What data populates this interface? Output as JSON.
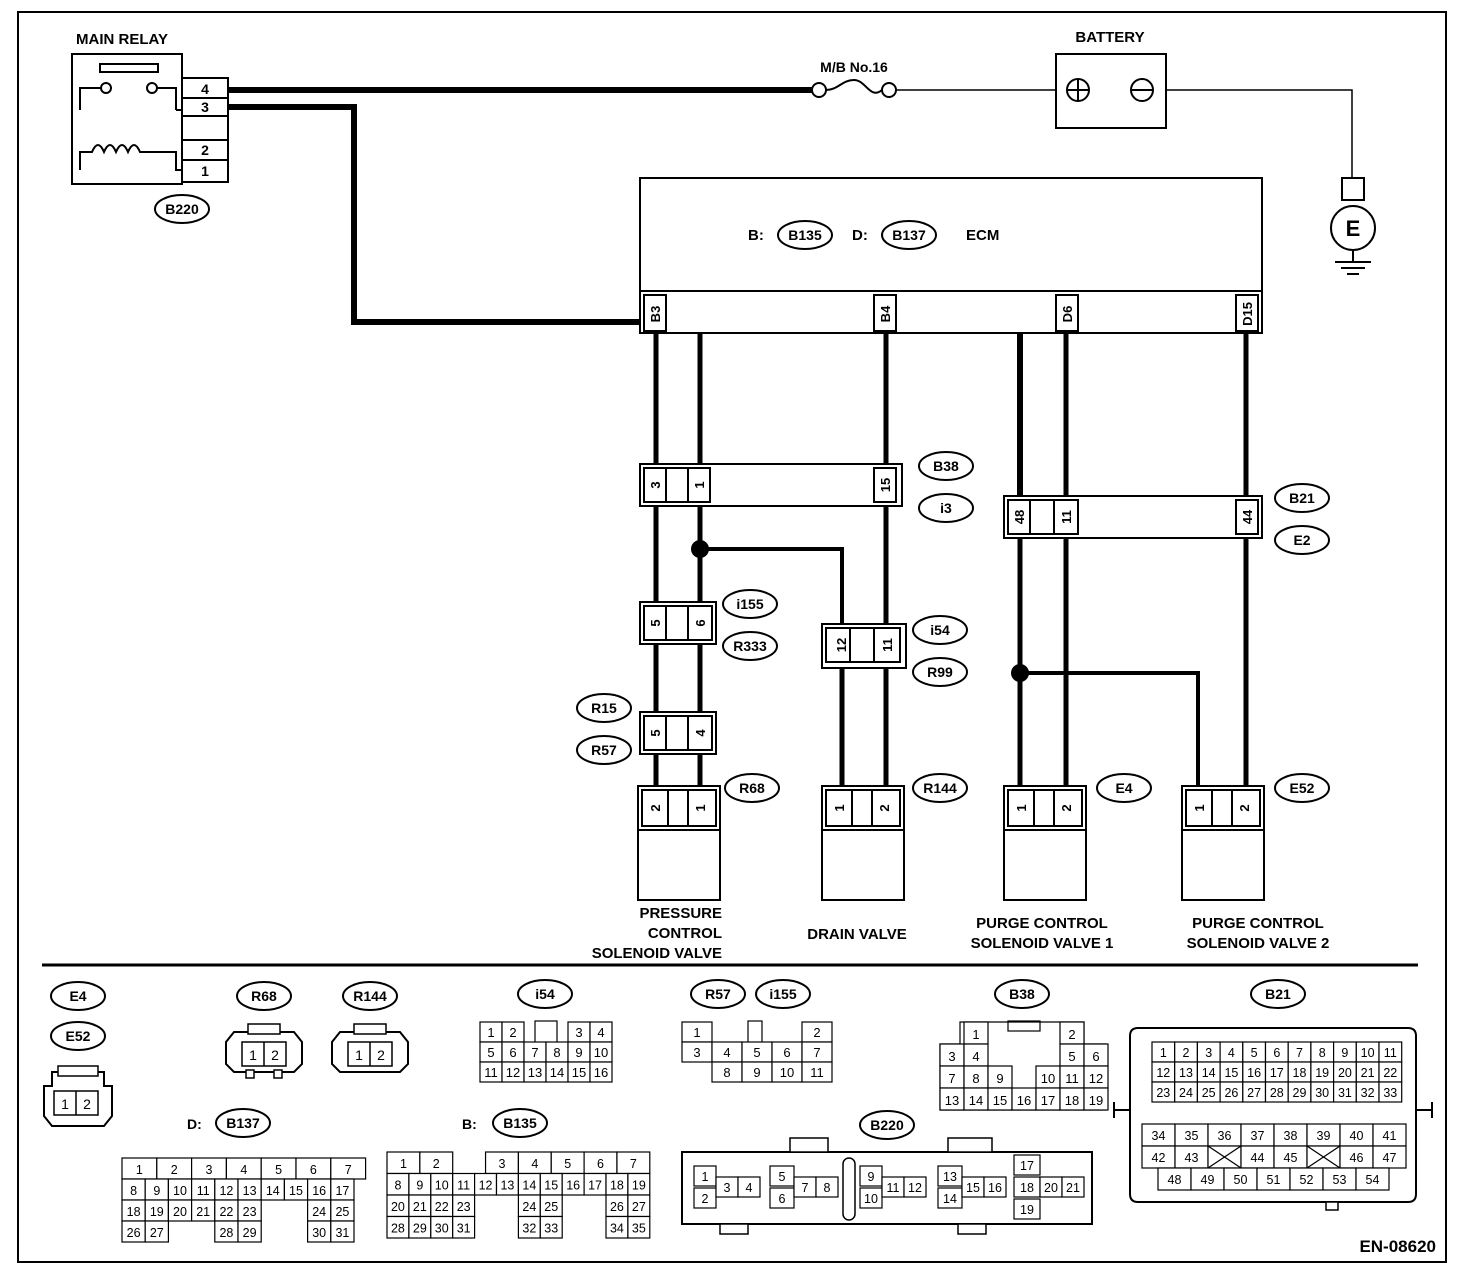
{
  "diagram": {
    "main_relay": {
      "title": "MAIN RELAY",
      "pins": [
        "4",
        "3",
        "2",
        "1"
      ],
      "connector": "B220"
    },
    "fuse": {
      "label": "M/B No.16"
    },
    "battery": {
      "title": "BATTERY"
    },
    "ground": {
      "label": "E"
    },
    "ecm": {
      "label": "ECM",
      "b_prefix": "B:",
      "b_conn": "B135",
      "d_prefix": "D:",
      "d_conn": "B137",
      "pins": [
        "B3",
        "B4",
        "D6",
        "D15"
      ]
    },
    "conn_b38": {
      "pins": [
        "3",
        "1",
        "15"
      ],
      "labels": [
        "B38",
        "i3"
      ]
    },
    "conn_b21": {
      "pins": [
        "48",
        "11",
        "44"
      ],
      "labels": [
        "B21",
        "E2"
      ]
    },
    "conn_i155": {
      "pins": [
        "5",
        "6"
      ],
      "labels": [
        "i155",
        "R333"
      ]
    },
    "conn_i54": {
      "pins": [
        "12",
        "11"
      ],
      "labels": [
        "i54",
        "R99"
      ]
    },
    "conn_r15": {
      "pins": [
        "5",
        "4"
      ],
      "labels": [
        "R15",
        "R57"
      ]
    },
    "valves": [
      {
        "conn": "R68",
        "pins": [
          "2",
          "1"
        ],
        "name_lines": [
          "PRESSURE",
          "CONTROL",
          "SOLENOID VALVE"
        ]
      },
      {
        "conn": "R144",
        "pins": [
          "1",
          "2"
        ],
        "name_lines": [
          "DRAIN VALVE"
        ]
      },
      {
        "conn": "E4",
        "pins": [
          "1",
          "2"
        ],
        "name_lines": [
          "PURGE CONTROL",
          "SOLENOID VALVE 1"
        ]
      },
      {
        "conn": "E52",
        "pins": [
          "1",
          "2"
        ],
        "name_lines": [
          "PURGE CONTROL",
          "SOLENOID VALVE 2"
        ]
      }
    ]
  },
  "legend": {
    "e4": "E4",
    "e52": "E52",
    "r68": "R68",
    "r144": "R144",
    "i54": "i54",
    "r57": "R57",
    "i155": "i155",
    "b38": "B38",
    "b21": "B21",
    "d_prefix": "D:",
    "b137": "B137",
    "b_prefix": "B:",
    "b135": "B135",
    "b220": "B220",
    "two_pin": [
      "1",
      "2"
    ],
    "i54_rows": [
      [
        "1",
        "2",
        "",
        "3",
        "4"
      ],
      [
        "5",
        "6",
        "7",
        "8",
        "9",
        "10"
      ],
      [
        "11",
        "12",
        "13",
        "14",
        "15",
        "16"
      ]
    ],
    "r57_rows": [
      [
        "1",
        "",
        "2"
      ],
      [
        "3",
        "4",
        "5",
        "6",
        "7"
      ],
      [
        "8",
        "9",
        "10",
        "11"
      ]
    ],
    "b38_rows": [
      [
        "1",
        "2"
      ],
      [
        "3",
        "4",
        "5",
        "6"
      ],
      [
        "7",
        "8",
        "9",
        "10",
        "11",
        "12"
      ],
      [
        "13",
        "14",
        "15",
        "16",
        "17",
        "18",
        "19"
      ]
    ],
    "b21_rows": [
      [
        "1",
        "2",
        "3",
        "4",
        "5",
        "6",
        "7",
        "8",
        "9",
        "10",
        "11"
      ],
      [
        "12",
        "13",
        "14",
        "15",
        "16",
        "17",
        "18",
        "19",
        "20",
        "21",
        "22"
      ],
      [
        "23",
        "24",
        "25",
        "26",
        "27",
        "28",
        "29",
        "30",
        "31",
        "32",
        "33"
      ],
      [
        "34",
        "35",
        "36",
        "37",
        "38",
        "39",
        "40",
        "41"
      ],
      [
        "42",
        "43",
        "",
        "44",
        "45",
        "",
        "46",
        "47"
      ],
      [
        "48",
        "49",
        "50",
        "51",
        "52",
        "53",
        "54"
      ]
    ],
    "b137_rows": [
      [
        "1",
        "2",
        "3",
        "4",
        "5",
        "6",
        "7"
      ],
      [
        "8",
        "9",
        "10",
        "11",
        "12",
        "13",
        "14",
        "15",
        "16",
        "17"
      ],
      [
        "18",
        "19",
        "20",
        "21",
        "22",
        "23",
        "24",
        "25"
      ],
      [
        "26",
        "27",
        "28",
        "29",
        "30",
        "31"
      ]
    ],
    "b135_rows": [
      [
        "1",
        "2",
        "3",
        "4",
        "5",
        "6",
        "7"
      ],
      [
        "8",
        "9",
        "10",
        "11",
        "12",
        "13",
        "14",
        "15",
        "16",
        "17",
        "18",
        "19"
      ],
      [
        "20",
        "21",
        "22",
        "23",
        "24",
        "25",
        "26",
        "27"
      ],
      [
        "28",
        "29",
        "30",
        "31",
        "32",
        "33",
        "34",
        "35"
      ]
    ],
    "b220_pins": [
      "1",
      "2",
      "3",
      "4",
      "5",
      "6",
      "7",
      "8",
      "9",
      "10",
      "11",
      "12",
      "13",
      "14",
      "15",
      "16",
      "17",
      "18",
      "20",
      "21",
      "19"
    ]
  },
  "footer": {
    "code": "EN-08620"
  }
}
